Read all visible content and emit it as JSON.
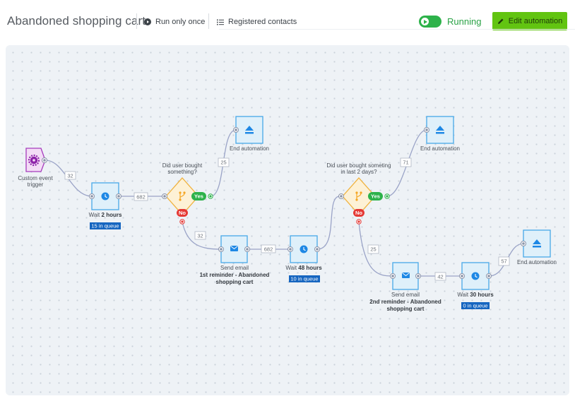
{
  "header": {
    "title": "Abandoned shopping cart",
    "run_once_label": "Run only once",
    "registered_label": "Registered contacts",
    "status_label": "Running",
    "edit_label": "Edit automation"
  },
  "colors": {
    "accent_green": "#62c411",
    "status_green": "#2db24a",
    "node_blue": "#1e88e5",
    "queue_badge": "#1565c0",
    "condition_orange": "#f5a623",
    "trigger_purple": "#9c27b0",
    "no_red": "#e53935"
  },
  "flow": {
    "trigger": {
      "label_line1": "Custom event",
      "label_line2": "trigger",
      "icon": "gear-icon"
    },
    "wait1": {
      "label_prefix": "Wait ",
      "label_bold": "2 hours",
      "queue": "15 in queue",
      "icon": "clock-icon"
    },
    "cond1": {
      "label_line1": "Did user bought",
      "label_line2": "something?",
      "yes": "Yes",
      "no": "No",
      "icon": "branch-icon"
    },
    "end1": {
      "label": "End automation",
      "icon": "eject-icon"
    },
    "email1": {
      "label_line1": "Send email",
      "label_line2": "1st reminder - Abandoned",
      "label_line3": "shopping cart",
      "icon": "envelope-icon"
    },
    "wait2": {
      "label_prefix": "Wait ",
      "label_bold": "48 hours",
      "queue": "10 in queue",
      "icon": "clock-icon"
    },
    "cond2": {
      "label_line1": "Did user bought someting",
      "label_line2": "in last 2 days?",
      "yes": "Yes",
      "no": "No",
      "icon": "branch-icon"
    },
    "end2": {
      "label": "End automation",
      "icon": "eject-icon"
    },
    "email2": {
      "label_line1": "Send email",
      "label_line2": "2nd reminder - Abandoned",
      "label_line3": "shopping cart",
      "icon": "envelope-icon"
    },
    "wait3": {
      "label_prefix": "Wait ",
      "label_bold": "30 hours",
      "queue": "0 in queue",
      "icon": "clock-icon"
    },
    "end3": {
      "label": "End automation",
      "icon": "eject-icon"
    }
  },
  "counts": {
    "trigger_to_wait1": "32",
    "wait1_to_cond1": "682",
    "cond1_yes": "25",
    "cond1_no": "32",
    "email1_to_wait2": "682",
    "cond2_yes": "71",
    "cond2_no": "25",
    "email2_to_wait3": "42",
    "wait3_to_end3": "57"
  }
}
